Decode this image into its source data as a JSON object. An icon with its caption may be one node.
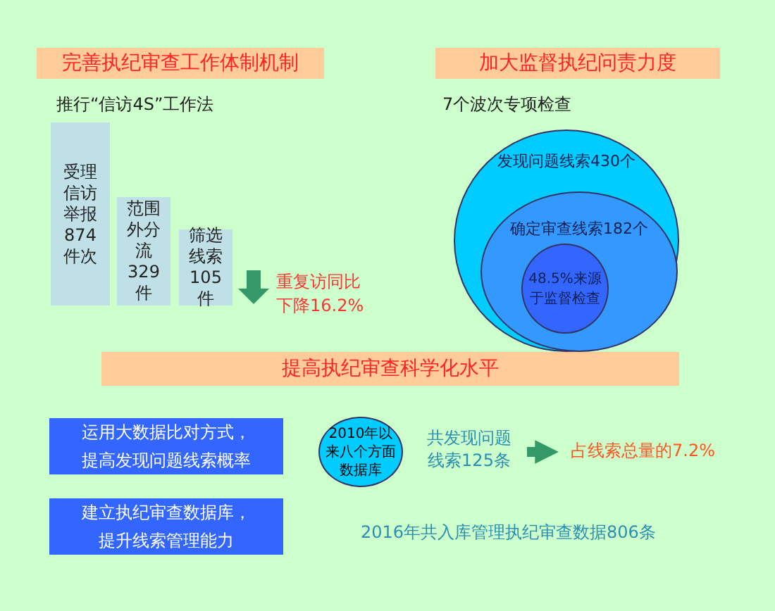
{
  "diagram": {
    "nodes": [
      {
        "text": [
          "完善执纪审查工作体制机制"
        ]
      },
      {
        "text": [
          "受理信访举报874件次"
        ]
      },
      {
        "text": [
          "范围外分流329件"
        ]
      },
      {
        "text": [
          "筛选线索105件"
        ]
      },
      {
        "text": [
          "加大监督执纪问责力度"
        ]
      },
      {
        "text": [
          "发现问题线索430个"
        ]
      },
      {
        "text": [
          "确定审查线索182个"
        ],
        "in": 5
      },
      {
        "text": [
          "48.5%来源于监督检查"
        ],
        "in": 6
      },
      {
        "text": [
          "提高执纪审查科学化水平"
        ]
      },
      {
        "text": [
          "运用大数据比对方式，提高发现问题线索概率"
        ]
      },
      {
        "text": [
          "建立执纪审查数据库，提升线索管理能力"
        ]
      },
      {
        "text": [
          "2010年以来八个方面数据库"
        ]
      },
      {
        "text": [
          "共发现问题线索125条"
        ]
      },
      {
        "text": [
          "占线索总量的7.2%"
        ]
      }
    ],
    "edges": [
      {
        "from": 12,
        "to": 13,
        "arrow": "to"
      }
    ],
    "labels": [
      "推行“信访4S”工作法",
      "7个波次专项检查",
      "重复访同比下降16.2%",
      "2016年共入库管理执纪审查数据806条"
    ]
  }
}
